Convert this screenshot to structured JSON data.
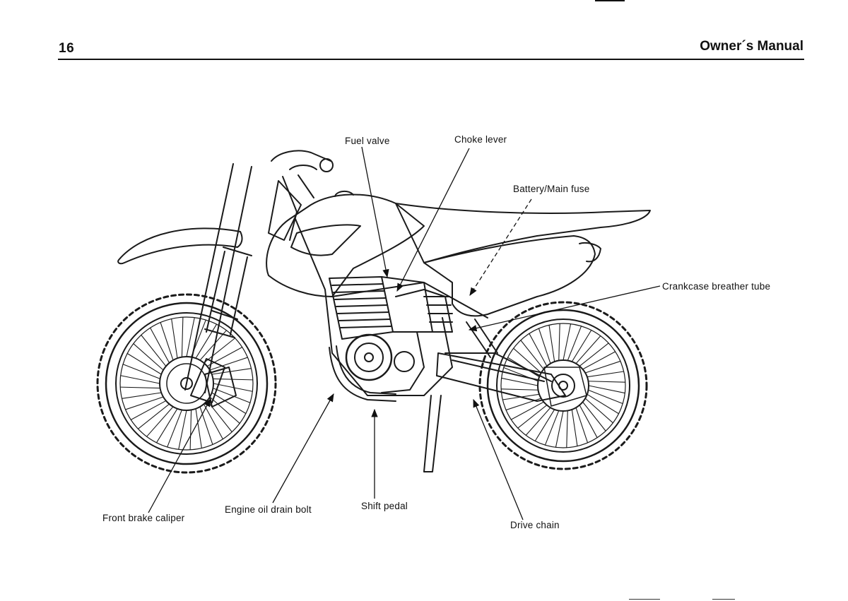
{
  "header": {
    "page_number": "16",
    "title": "Owner´s Manual"
  },
  "callouts": {
    "fuel_valve": "Fuel valve",
    "choke_lever": "Choke lever",
    "battery_main_fuse": "Battery/Main fuse",
    "crankcase_breather_tube": "Crankcase breather tube",
    "front_brake_caliper": "Front brake caliper",
    "engine_oil_drain_bolt": "Engine oil drain bolt",
    "shift_pedal": "Shift pedal",
    "drive_chain": "Drive chain"
  }
}
